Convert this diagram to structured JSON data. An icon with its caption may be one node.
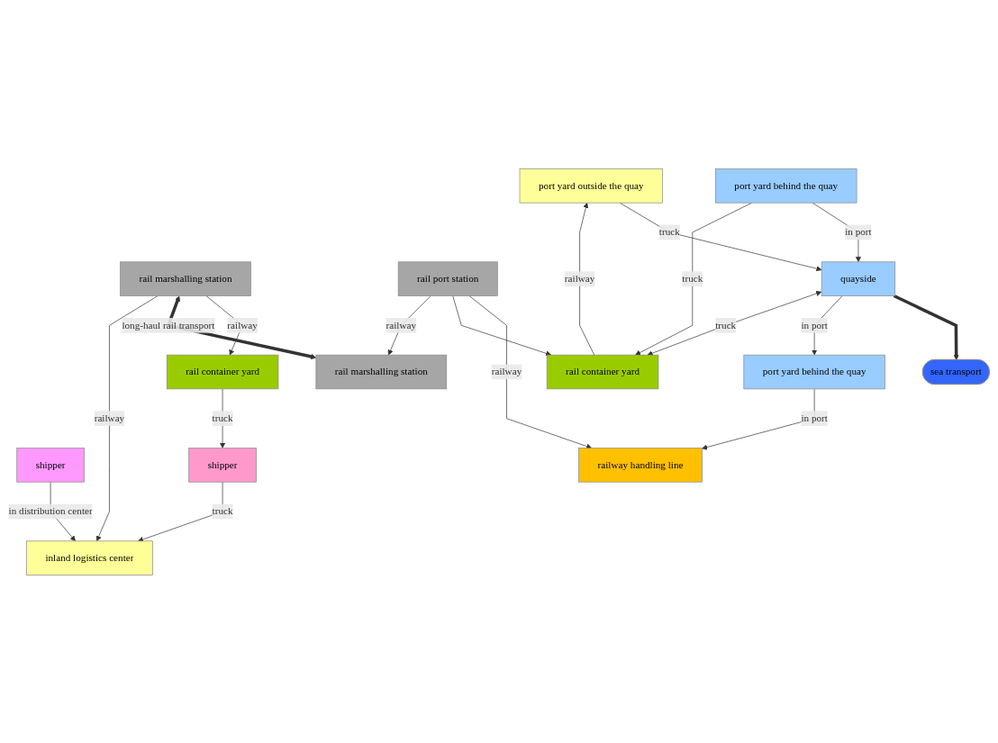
{
  "diagram": {
    "nodes": [
      {
        "text": [
          "sea transport"
        ]
      },
      {
        "text": [
          "quayside"
        ]
      },
      {
        "text": [
          "port yard behind the quay"
        ]
      },
      {
        "text": [
          "railway handling line"
        ]
      },
      {
        "text": [
          "rail port station"
        ]
      },
      {
        "text": [
          "port yard behind the quay"
        ]
      },
      {
        "text": [
          "rail container yard"
        ]
      },
      {
        "text": [
          "port yard outside the quay"
        ]
      },
      {
        "text": [
          "shipper"
        ]
      },
      {
        "text": [
          "rail container yard"
        ]
      },
      {
        "text": [
          "rail marshalling station"
        ]
      },
      {
        "text": [
          "rail marshalling station"
        ]
      },
      {
        "text": [
          "inland logistics center"
        ]
      },
      {
        "text": [
          "shipper"
        ]
      }
    ],
    "edges": [
      {
        "from": 1,
        "to": 0,
        "arrow": "to",
        "style": "thick"
      },
      {
        "from": 1,
        "to": 2,
        "arrow": "to",
        "label": "in port"
      },
      {
        "from": 2,
        "to": 3,
        "arrow": "to",
        "label": "in port"
      },
      {
        "from": 4,
        "to": 3,
        "arrow": "to",
        "label": "railway"
      },
      {
        "from": 5,
        "to": 1,
        "arrow": "to",
        "label": "in port"
      },
      {
        "from": 5,
        "to": 6,
        "arrow": "to",
        "label": "truck"
      },
      {
        "from": 4,
        "to": 6,
        "arrow": "to"
      },
      {
        "from": 4,
        "to": 11,
        "arrow": "to",
        "label": "railway"
      },
      {
        "from": 6,
        "to": 7,
        "arrow": "to",
        "label": "railway"
      },
      {
        "from": 7,
        "to": 1,
        "arrow": "to",
        "label": "truck"
      },
      {
        "from": 1,
        "to": 6,
        "arrow": "both",
        "label": "truck"
      },
      {
        "from": 9,
        "to": 8,
        "arrow": "to",
        "label": "truck"
      },
      {
        "from": 10,
        "to": 9,
        "arrow": "to",
        "label": "railway"
      },
      {
        "from": 10,
        "to": 11,
        "arrow": "both",
        "style": "thick",
        "label": "long-haul rail transport"
      },
      {
        "from": 8,
        "to": 12,
        "arrow": "to",
        "label": "truck"
      },
      {
        "from": 10,
        "to": 12,
        "arrow": "to",
        "label": "railway"
      },
      {
        "from": 13,
        "to": 12,
        "arrow": "to",
        "label": "in distribution center"
      }
    ]
  }
}
